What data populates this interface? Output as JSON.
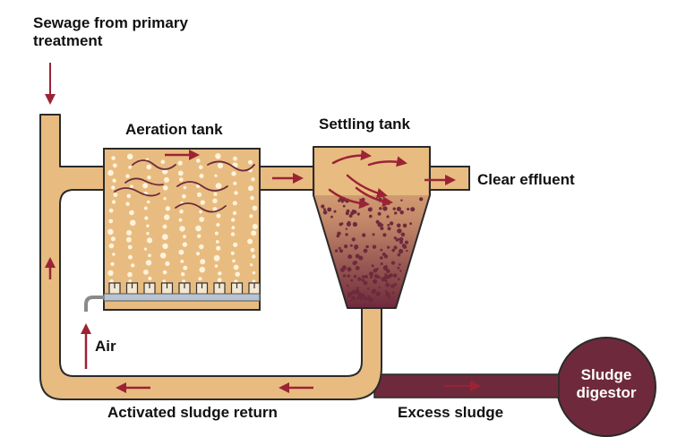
{
  "labels": {
    "sewage_line1": "Sewage from primary",
    "sewage_line2": "treatment",
    "aeration_tank": "Aeration tank",
    "settling_tank": "Settling tank",
    "clear_effluent": "Clear effluent",
    "air": "Air",
    "sludge_line1": "Sludge",
    "sludge_line2": "digestor",
    "activated_sludge_return": "Activated sludge return",
    "excess_sludge": "Excess sludge"
  },
  "colors": {
    "pipe": "#E8BC80",
    "pipe_outline": "#2A2A2A",
    "bubble": "#FFF3DC",
    "sludge": "#6E2A3C",
    "arrow": "#9B2335",
    "air_line": "#8A8A8A",
    "diffuser_bar": "#B8C4D2"
  },
  "icons": {
    "flow_arrow": "arrow-right-icon",
    "air_arrow": "arrow-up-icon"
  }
}
